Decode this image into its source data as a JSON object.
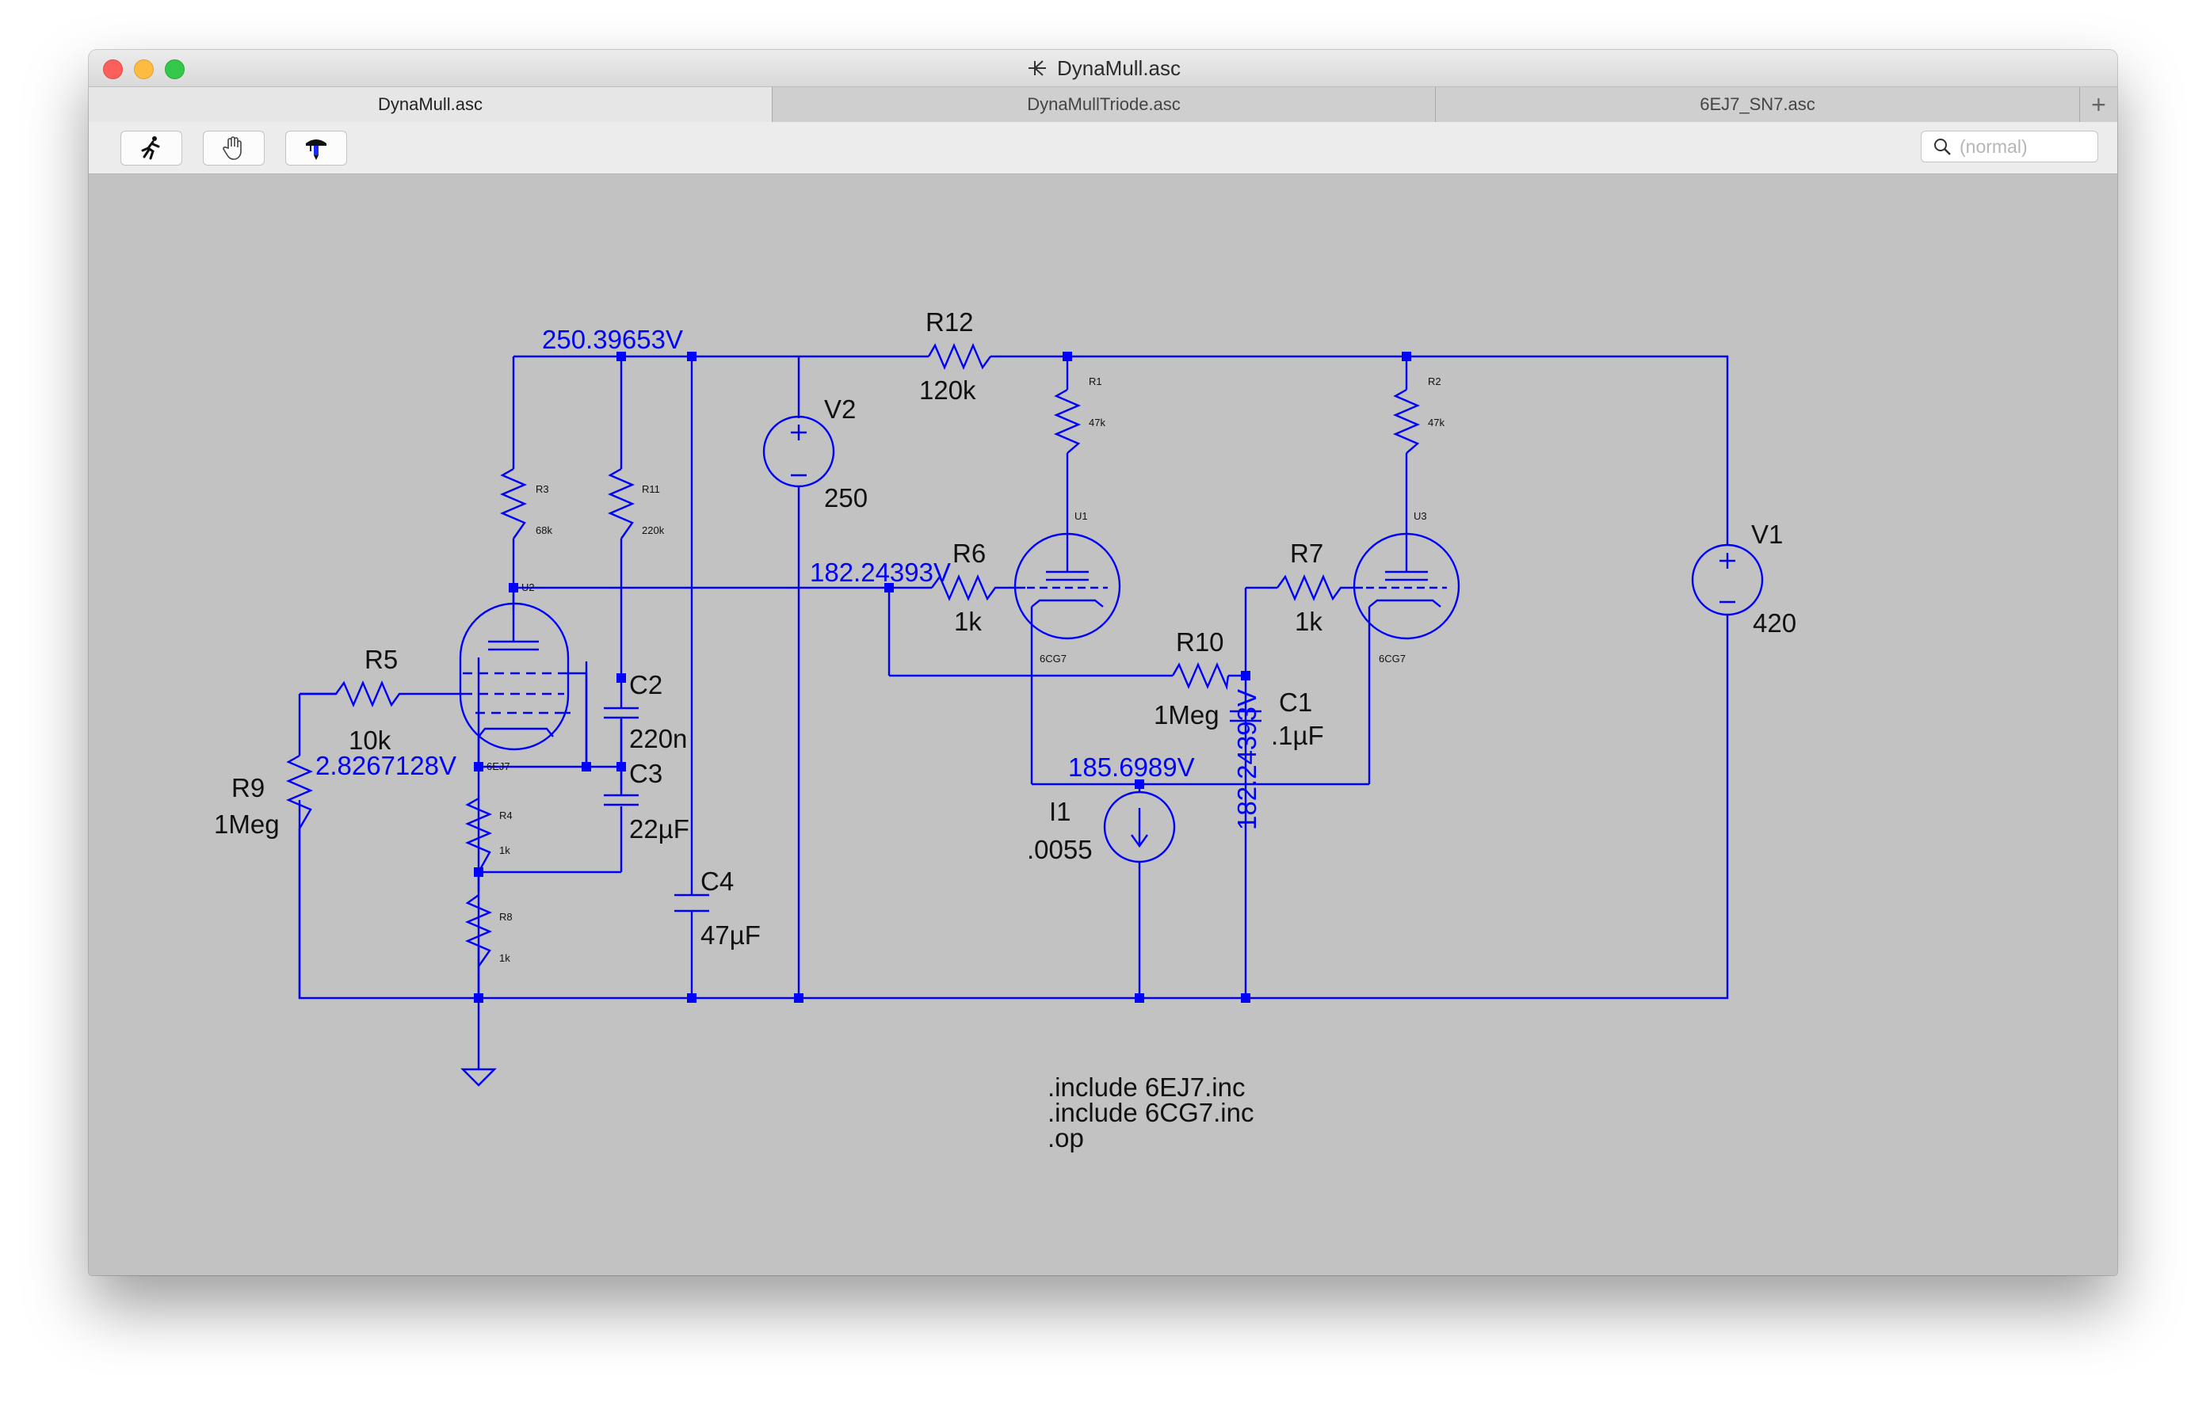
{
  "window": {
    "title": "DynaMull.asc"
  },
  "tabs": [
    {
      "label": "DynaMull.asc",
      "active": true
    },
    {
      "label": "DynaMullTriode.asc",
      "active": false
    },
    {
      "label": "6EJ7_SN7.asc",
      "active": false
    }
  ],
  "toolbar": {
    "buttons": [
      "run-icon",
      "hand-icon",
      "probe-icon"
    ],
    "search_placeholder": "(normal)"
  },
  "schematic": {
    "components": {
      "R12": {
        "name": "R12",
        "value": "120k"
      },
      "V2": {
        "name": "V2",
        "value": "250"
      },
      "V1": {
        "name": "V1",
        "value": "420"
      },
      "R1": {
        "name": "R1",
        "value": "47k"
      },
      "R2": {
        "name": "R2",
        "value": "47k"
      },
      "R3": {
        "name": "R3",
        "value": "68k"
      },
      "R11": {
        "name": "R11",
        "value": "220k"
      },
      "R6": {
        "name": "R6",
        "value": "1k"
      },
      "R7": {
        "name": "R7",
        "value": "1k"
      },
      "R10": {
        "name": "R10",
        "value": "1Meg"
      },
      "C1": {
        "name": "C1",
        "value": ".1µF"
      },
      "R5": {
        "name": "R5",
        "value": "10k"
      },
      "R9": {
        "name": "R9",
        "value": "1Meg"
      },
      "C2": {
        "name": "C2",
        "value": "220n"
      },
      "C3": {
        "name": "C3",
        "value": "22µF"
      },
      "C4": {
        "name": "C4",
        "value": "47µF"
      },
      "R4": {
        "name": "R4",
        "value": "1k"
      },
      "R8": {
        "name": "R8",
        "value": "1k"
      },
      "I1": {
        "name": "I1",
        "value": ".0055"
      },
      "U1": {
        "name": "U1",
        "model": "6CG7"
      },
      "U3": {
        "name": "U3",
        "model": "6CG7"
      },
      "U2": {
        "name": "U2",
        "model": "6EJ7"
      }
    },
    "voltages": {
      "top_rail": "250.39653V",
      "grid_node": "182.24393V",
      "cathode_node": "2.8267128V",
      "tail_node": "185.6989V",
      "vertical_node": "182.24393V"
    },
    "directives": [
      ".include 6EJ7.inc",
      ".include 6CG7.inc",
      ".op"
    ]
  },
  "colors": {
    "wire": "#0000ff",
    "canvas": "#c2c2c2"
  }
}
